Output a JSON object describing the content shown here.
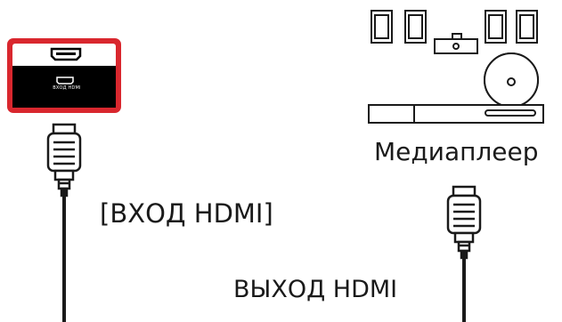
{
  "labels": {
    "media_player": "Медиаплеер",
    "hdmi_in_bracketed": "[ВХОД HDMI]",
    "hdmi_out": "ВЫХОД HDMI",
    "port_caption": "ВХОД HDMI"
  },
  "colors": {
    "highlight_frame": "#d9272e",
    "panel_black": "#000000",
    "line": "#1a1a1a"
  },
  "icons": [
    "hdmi-port-icon",
    "hdmi-plug-icon",
    "speaker-icon",
    "subwoofer-icon",
    "center-speaker-icon",
    "media-player-deck-icon"
  ]
}
